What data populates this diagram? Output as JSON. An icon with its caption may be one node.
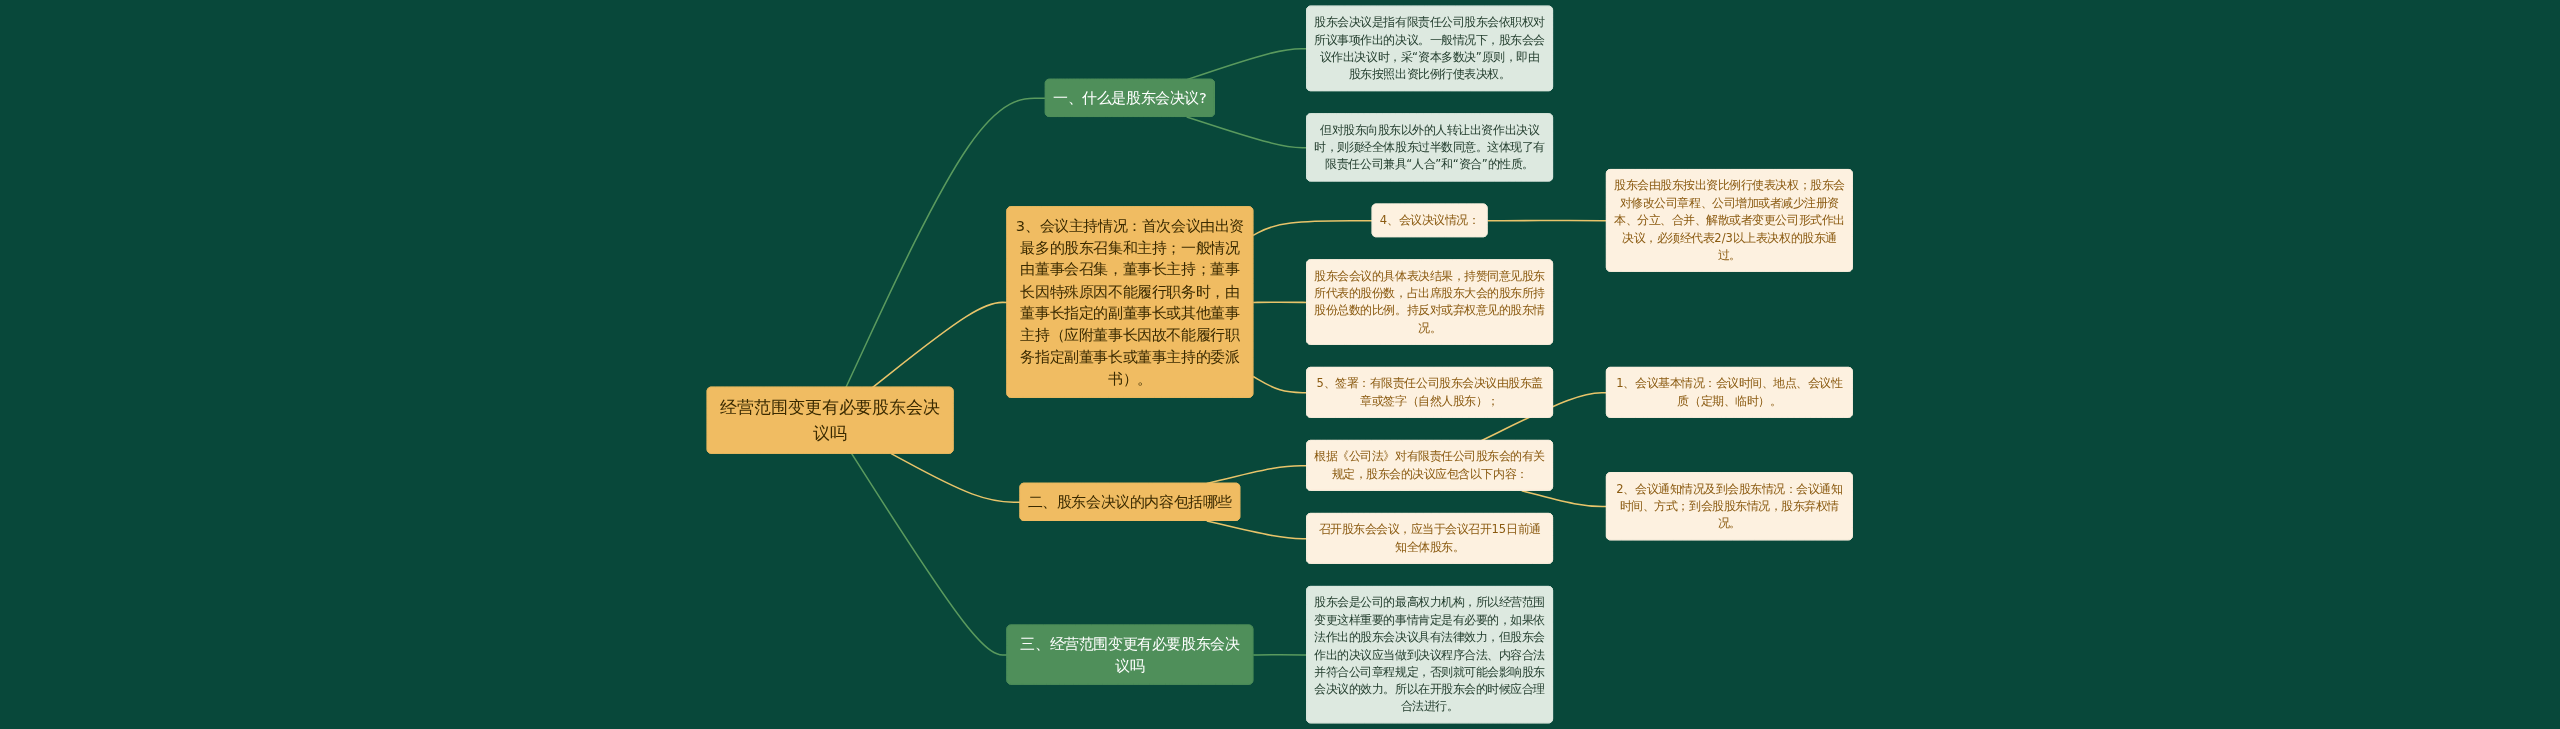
{
  "diagram": {
    "nodes": [
      {
        "text": [
          "经营范围变更有必要股东会决议吗"
        ]
      },
      {
        "text": [
          "一、什么是股东会决议?"
        ]
      },
      {
        "text": [
          "股东会决议是指有限责任公司股东会依职权对所议事项作出的决议。一般情况下，股东会会议作出决议时，采“资本多数决”原则，即由股东按照出资比例行使表决权。"
        ]
      },
      {
        "text": [
          "但对股东向股东以外的人转让出资作出决议时，则须经全体股东过半数同意。这体现了有限责任公司兼具“人合”和“资合”的性质。"
        ]
      },
      {
        "text": [
          "3、会议主持情况：首次会议由出资最多的股东召集和主持；一般情况由董事会召集，董事长主持；董事长因特殊原因不能履行职务时，由董事长指定的副董事长或其他董事主持（应附董事长因故不能履行职务指定副董事长或董事主持的委派书）。"
        ]
      },
      {
        "text": [
          "4、会议决议情况："
        ]
      },
      {
        "text": [
          "股东会由股东按出资比例行使表决权；股东会对修改公司章程、公司增加或者减少注册资本、分立、合并、解散或者变更公司形式作出决议，必须经代表2/3以上表决权的股东通过。"
        ]
      },
      {
        "text": [
          "股东会会议的具体表决结果，持赞同意见股东所代表的股份数，占出席股东大会的股东所持股份总数的比例。持反对或弃权意见的股东情况。"
        ]
      },
      {
        "text": [
          "5、签署：有限责任公司股东会决议由股东盖章或签字（自然人股东）；"
        ]
      },
      {
        "text": [
          "二、股东会决议的内容包括哪些"
        ]
      },
      {
        "text": [
          "根据《公司法》对有限责任公司股东会的有关规定，股东会的决议应包含以下内容："
        ]
      },
      {
        "text": [
          "1、会议基本情况：会议时间、地点、会议性质（定期、临时）。"
        ]
      },
      {
        "text": [
          "2、会议通知情况及到会股东情况：会议通知时间、方式；到会股股东情况，股东弃权情况。"
        ]
      },
      {
        "text": [
          "召开股东会会议，应当于会议召开15日前通知全体股东。"
        ]
      },
      {
        "text": [
          "三、经营范围变更有必要股东会决议吗"
        ]
      },
      {
        "text": [
          "股东会是公司的最高权力机构，所以经营范围变更这样重要的事情肯定是有必要的，如果依法作出的股东会决议具有法律效力，但股东会作出的决议应当做到决议程序合法、内容合法并符合公司章程规定，否则就可能会影响股东会决议的效力。所以在开股东会的时候应合理合法进行。"
        ]
      }
    ],
    "edges": [
      {
        "from": 0,
        "to": 1,
        "arrow": "none",
        "color": "#5a9a5e"
      },
      {
        "from": 1,
        "to": 2,
        "arrow": "none",
        "color": "#5a9a5e"
      },
      {
        "from": 1,
        "to": 3,
        "arrow": "none",
        "color": "#5a9a5e"
      },
      {
        "from": 0,
        "to": 4,
        "arrow": "none"
      },
      {
        "from": 4,
        "to": 5,
        "arrow": "none"
      },
      {
        "from": 5,
        "to": 6,
        "arrow": "none"
      },
      {
        "from": 4,
        "to": 7,
        "arrow": "none"
      },
      {
        "from": 4,
        "to": 8,
        "arrow": "none"
      },
      {
        "from": 0,
        "to": 9,
        "arrow": "none"
      },
      {
        "from": 9,
        "to": 10,
        "arrow": "none"
      },
      {
        "from": 10,
        "to": 11,
        "arrow": "none"
      },
      {
        "from": 10,
        "to": 12,
        "arrow": "none"
      },
      {
        "from": 9,
        "to": 13,
        "arrow": "none"
      },
      {
        "from": 0,
        "to": 14,
        "arrow": "none",
        "color": "#5a9a5e"
      },
      {
        "from": 14,
        "to": 15,
        "arrow": "none",
        "color": "#5a9a5e"
      }
    ]
  }
}
